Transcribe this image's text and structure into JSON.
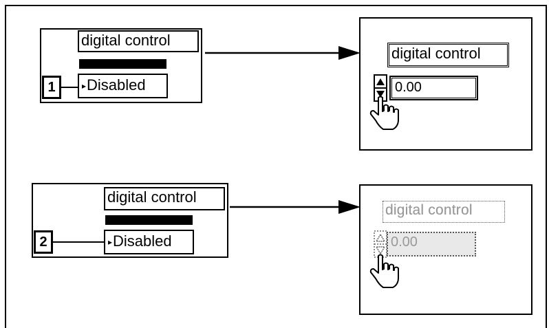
{
  "diagram": {
    "step1": {
      "number": "1",
      "label": "digital control",
      "property": "Disabled"
    },
    "step2": {
      "number": "2",
      "label": "digital control",
      "property": "Disabled"
    },
    "result1": {
      "label": "digital control",
      "value": "0.00",
      "state": "enabled"
    },
    "result2": {
      "label": "digital control",
      "value": "0.00",
      "state": "disabled"
    }
  }
}
